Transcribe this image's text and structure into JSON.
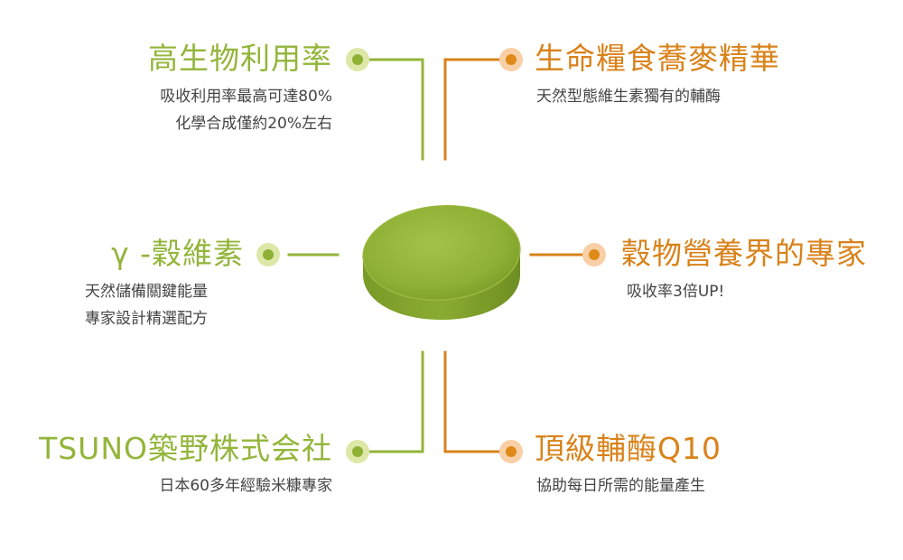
{
  "colors": {
    "green_accent": "#93b53a",
    "orange_accent": "#d9821a",
    "tablet": "#8eb034",
    "body_text": "#444444"
  },
  "features": {
    "top_left": {
      "title": "高生物利用率",
      "lines": [
        "吸收利用率最高可達80%",
        "化學合成僅約20%左右"
      ]
    },
    "middle_left": {
      "title": "γ -穀維素",
      "lines": [
        "天然儲備關鍵能量",
        "專家設計精選配方"
      ]
    },
    "bottom_left": {
      "title": "TSUNO築野株式会社",
      "lines": [
        "日本60多年經驗米糠專家"
      ]
    },
    "top_right": {
      "title": "生命糧食蕎麥精華",
      "lines": [
        "天然型態維生素獨有的輔酶"
      ]
    },
    "middle_right": {
      "title": "穀物營養界的專家",
      "lines": [
        "吸收率3倍UP!"
      ]
    },
    "bottom_right": {
      "title": "頂級輔酶Q10",
      "lines": [
        "協助每日所需的能量產生"
      ]
    }
  }
}
